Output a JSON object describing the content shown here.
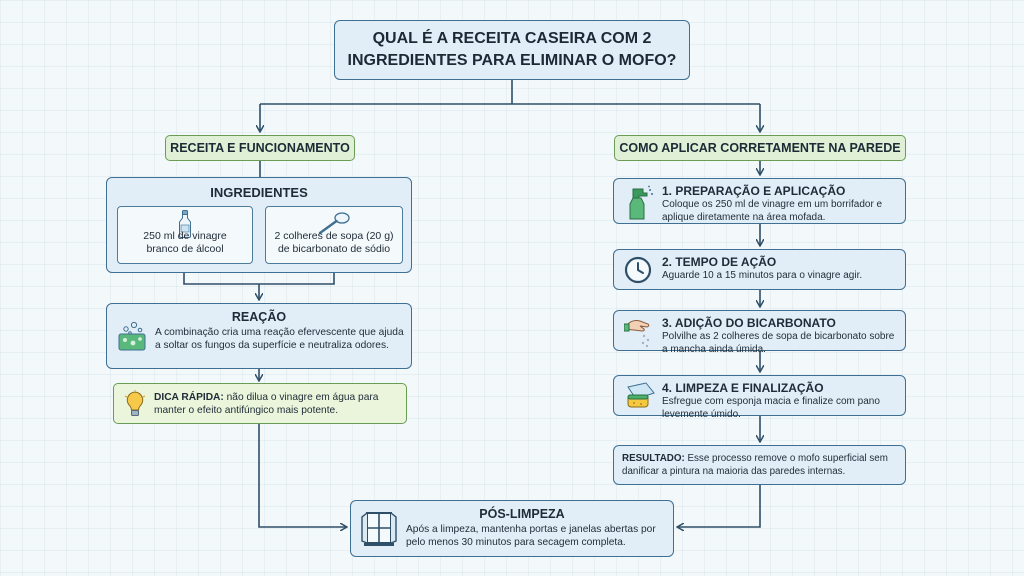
{
  "title": "QUAL É A RECEITA CASEIRA COM 2\nINGREDIENTES PARA ELIMINAR O MOFO?",
  "left": {
    "header": "RECEITA E FUNCIONAMENTO",
    "ingredients": {
      "title": "INGREDIENTES",
      "items": [
        {
          "label": "250 ml de vinagre\nbranco de álcool",
          "icon": "vinegar-bottle-icon"
        },
        {
          "label": "2 colheres de sopa (20 g)\nde bicarbonato de sódio",
          "icon": "spoon-icon"
        }
      ]
    },
    "reaction": {
      "title": "REAÇÃO",
      "text": "A combinação cria uma reação efervescente que ajuda a soltar os fungos da superfície e neutraliza odores.",
      "icon": "bubbles-icon"
    },
    "tip": {
      "label": "DICA RÁPIDA:",
      "text": " não dilua o vinagre em água para manter o efeito antifúngico mais potente.",
      "icon": "lightbulb-icon"
    }
  },
  "right": {
    "header": "COMO APLICAR CORRETAMENTE NA PAREDE",
    "steps": [
      {
        "title": "1. PREPARAÇÃO E APLICAÇÃO",
        "text": "Coloque os 250 ml de vinagre em um borrifador e aplique diretamente na área mofada.",
        "icon": "spray-bottle-icon"
      },
      {
        "title": "2. TEMPO DE AÇÃO",
        "text": "Aguarde 10 a 15 minutos para o vinagre agir.",
        "icon": "clock-icon"
      },
      {
        "title": "3. ADIÇÃO DO BICARBONATO",
        "text": "Polvilhe as 2 colheres de sopa de bicarbonato sobre a mancha ainda úmida.",
        "icon": "sprinkle-hand-icon"
      },
      {
        "title": "4. LIMPEZA E FINALIZAÇÃO",
        "text": "Esfregue com esponja macia e finalize com pano levemente úmido.",
        "icon": "sponge-icon"
      }
    ],
    "result": {
      "label": "RESULTADO:",
      "text": " Esse processo remove o mofo superficial sem danificar a pintura na maioria das paredes internas."
    }
  },
  "post": {
    "title": "PÓS-LIMPEZA",
    "text": "Após a limpeza, mantenha portas e janelas abertas por pelo menos 30 minutos para secagem completa.",
    "icon": "window-icon"
  },
  "colors": {
    "box_border": "#3f6f92",
    "box_fill": "#e2eef7",
    "header_fill": "#dff0d6",
    "header_border": "#6a9c56",
    "accent_green": "#4caf6a"
  }
}
